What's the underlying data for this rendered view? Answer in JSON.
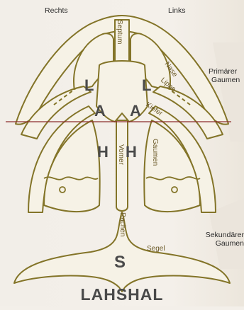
{
  "side_labels": {
    "right": "Rechts",
    "left": "Links"
  },
  "palate_labels": {
    "primary": [
      "Primärer",
      "Gaumen"
    ],
    "secondary": [
      "Sekundärer",
      "Gaumen"
    ]
  },
  "structures": {
    "septum": "Septum",
    "nose": "Nase",
    "lip": "Lippe",
    "jaw": "Kiefer",
    "palate": "Gaumen",
    "vomer": "Vomer",
    "pharynx": "Rachen",
    "velum": "Segel"
  },
  "letters": {
    "l_right": "L",
    "l_left": "L",
    "a_right": "A",
    "a_left": "A",
    "h_right": "H",
    "h_left": "H",
    "s": "S"
  },
  "title": "LAHSHAL",
  "colors": {
    "outline": "#837428",
    "fill": "#f6f2e6",
    "divider": "#8c2d2d",
    "letters": "#4a4a4a",
    "background": "#f3efe9"
  }
}
